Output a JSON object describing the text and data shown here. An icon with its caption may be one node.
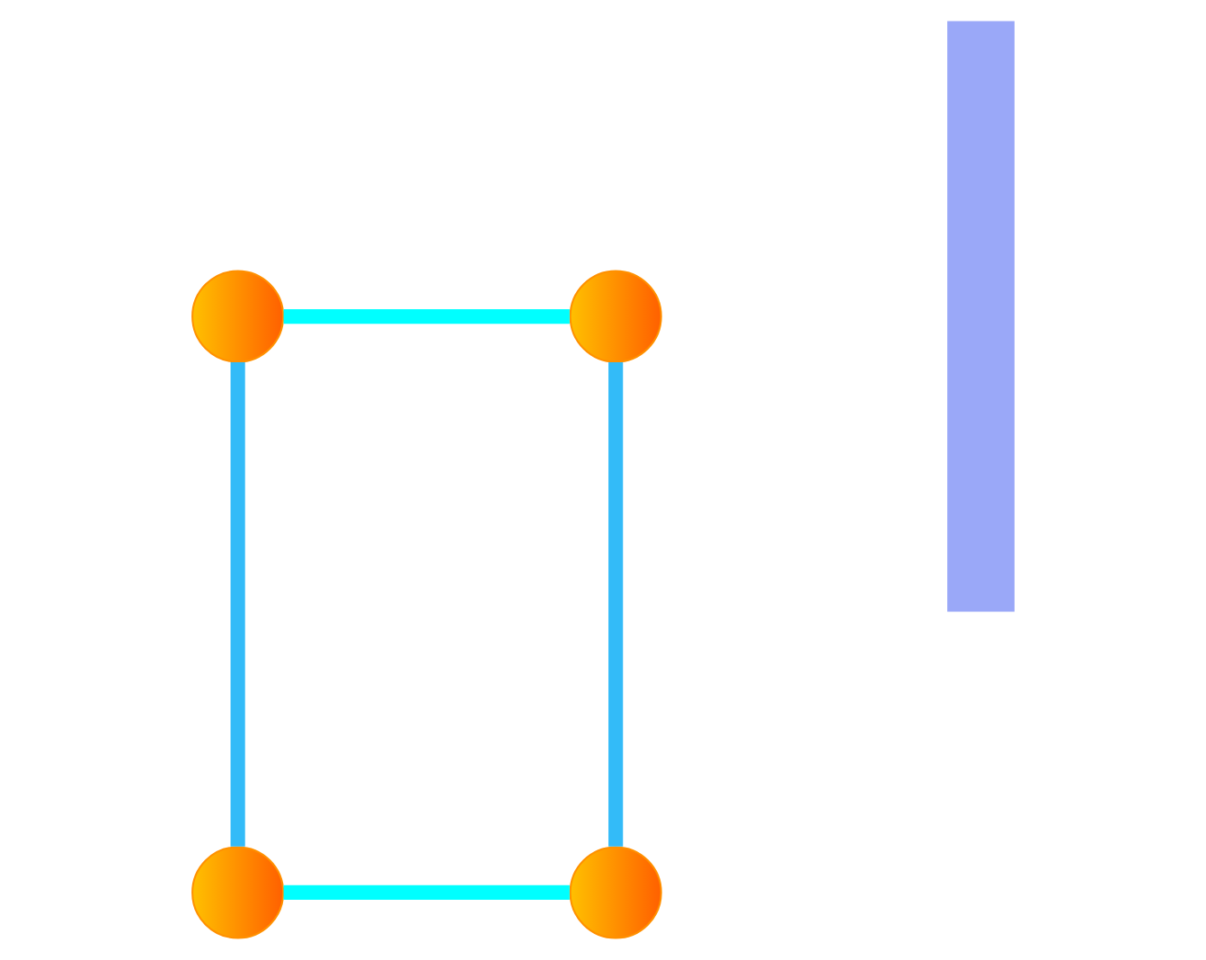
{
  "diagram": {
    "nodes": [
      {
        "text": [],
        "shape": "circle"
      },
      {
        "text": [],
        "shape": "circle"
      },
      {
        "text": [],
        "shape": "circle"
      },
      {
        "text": [],
        "shape": "circle"
      },
      {
        "text": [],
        "shape": "bar"
      }
    ],
    "edges": [
      {
        "from": 0,
        "to": 1,
        "arrow": "none",
        "color": "#00ffff"
      },
      {
        "from": 0,
        "to": 2,
        "arrow": "none",
        "color": "#33bbf8"
      },
      {
        "from": 1,
        "to": 3,
        "arrow": "none",
        "color": "#33bbf8"
      },
      {
        "from": 2,
        "to": 3,
        "arrow": "none",
        "color": "#00ffff"
      }
    ]
  }
}
